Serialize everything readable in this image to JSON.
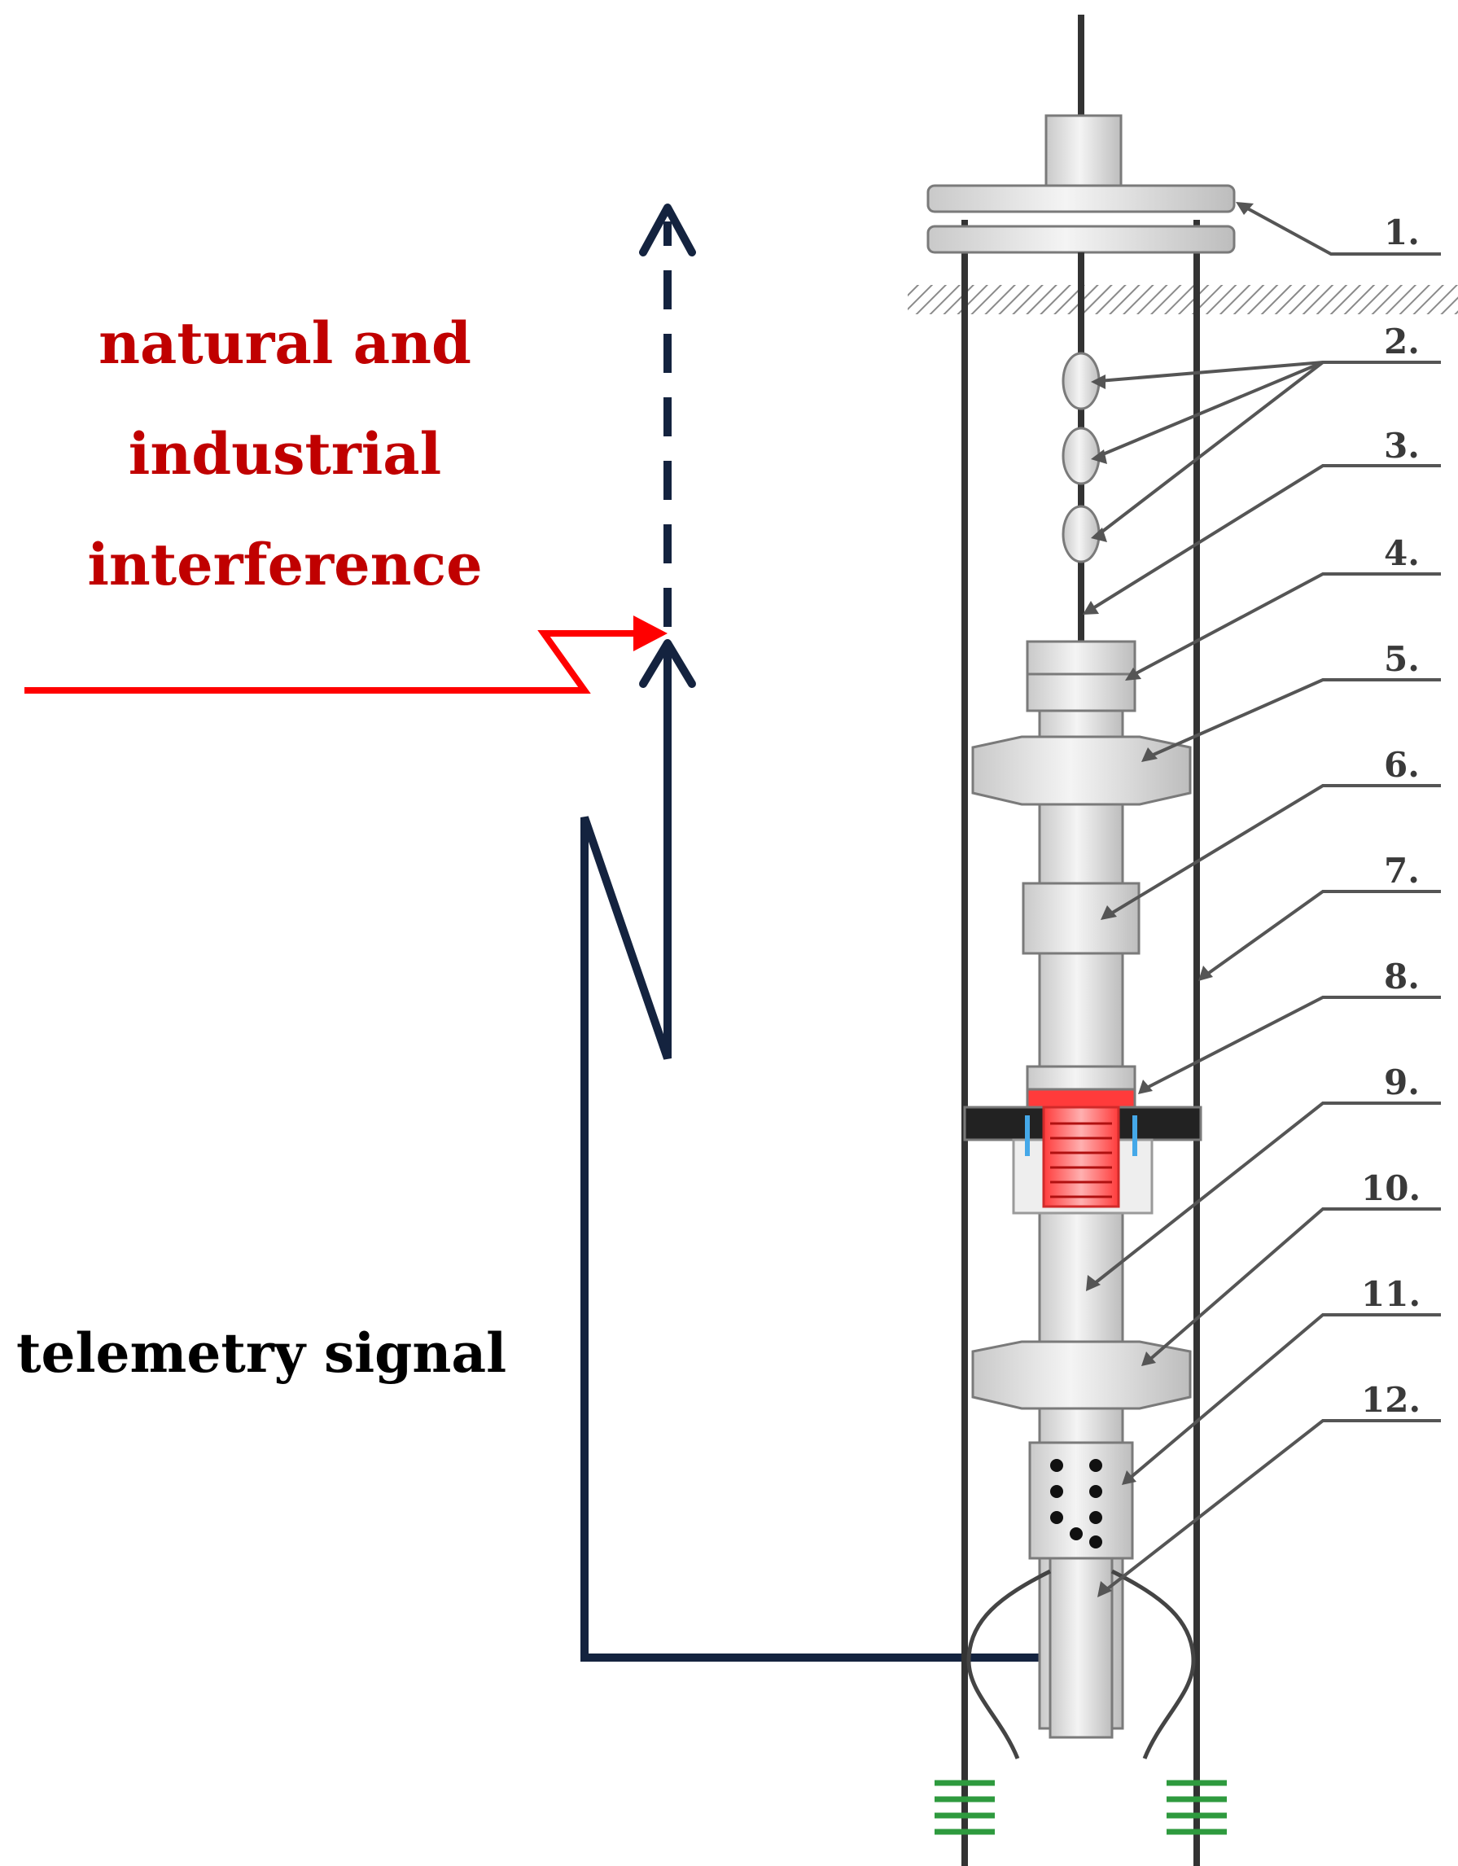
{
  "labels": {
    "interference_line1": "natural and",
    "interference_line2": "industrial",
    "interference_line3": "interference",
    "telemetry": "telemetry signal"
  },
  "component_numbers": [
    "1.",
    "2.",
    "3.",
    "4.",
    "5.",
    "6.",
    "7.",
    "8.",
    "9.",
    "10.",
    "11.",
    "12."
  ],
  "colors": {
    "interference": "#ff0000",
    "interference_text": "#c00000",
    "signal": "#14233f",
    "tool_fill": "#e2e2e2",
    "tool_stroke": "#7a7a7a",
    "emitter": "#ff4a4a",
    "packer": "#222222",
    "grounding": "#2e9a3e"
  }
}
